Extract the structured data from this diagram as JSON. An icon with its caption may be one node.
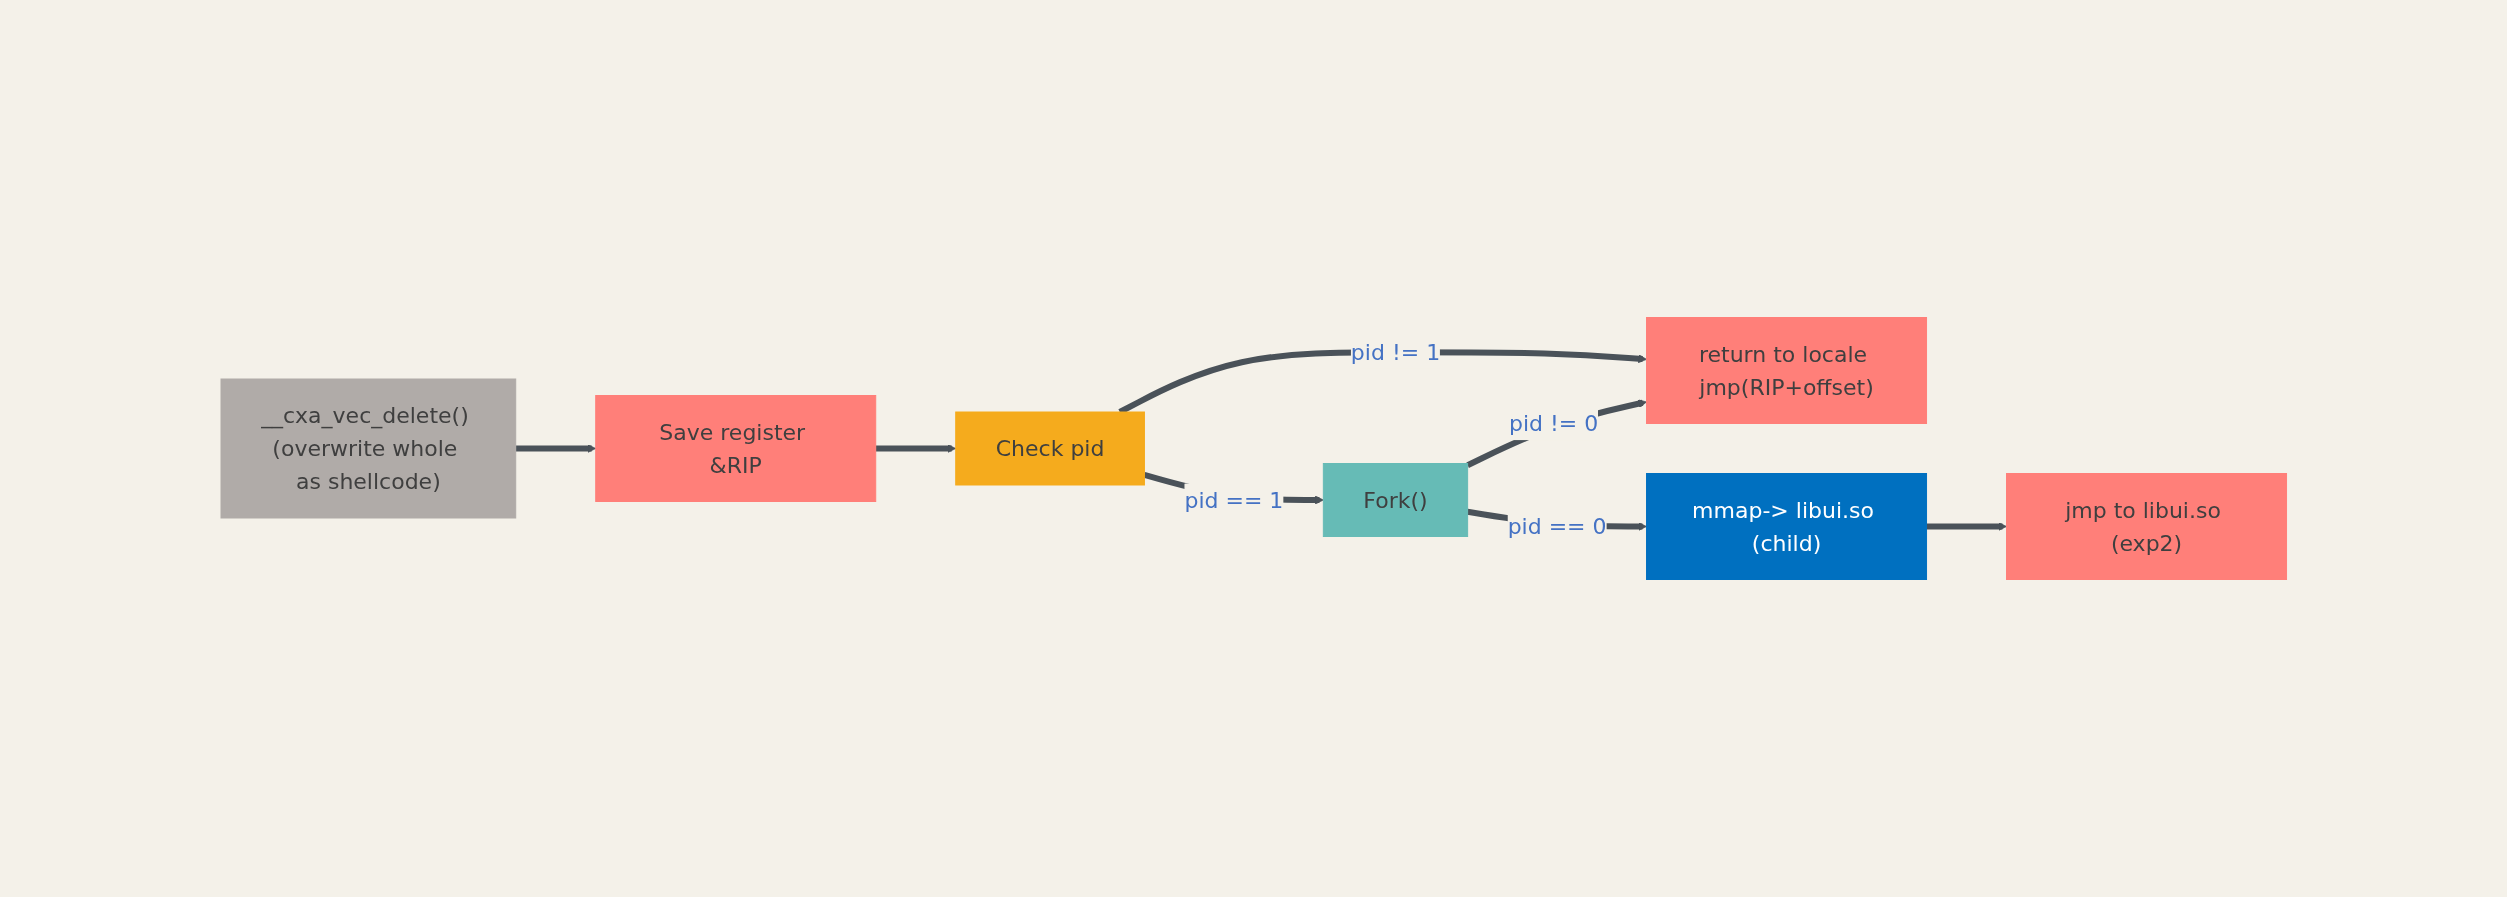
{
  "diagram": {
    "nodes": [
      {
        "text": [
          "__cxa_vec_delete() (overwrite whole as shellcode)"
        ]
      },
      {
        "text": [
          "Save register &RIP"
        ]
      },
      {
        "text": [
          "Check pid"
        ]
      },
      {
        "text": [
          "return to locale jmp(RIP+offset)"
        ]
      },
      {
        "text": [
          "Fork()"
        ]
      },
      {
        "text": [
          "mmap-> libui.so (child)"
        ]
      },
      {
        "text": [
          "jmp to libui.so (exp2)"
        ]
      }
    ],
    "edges": [
      {
        "from": 0,
        "to": 1,
        "arrow": "to"
      },
      {
        "from": 1,
        "to": 2,
        "arrow": "to"
      },
      {
        "from": 2,
        "to": 3,
        "arrow": "to",
        "label": "pid != 1"
      },
      {
        "from": 2,
        "to": 4,
        "arrow": "to",
        "label": "pid == 1"
      },
      {
        "from": 4,
        "to": 3,
        "arrow": "to",
        "label": "pid != 0"
      },
      {
        "from": 4,
        "to": 5,
        "arrow": "to",
        "label": "pid == 0"
      },
      {
        "from": 5,
        "to": 6,
        "arrow": "to"
      }
    ]
  }
}
